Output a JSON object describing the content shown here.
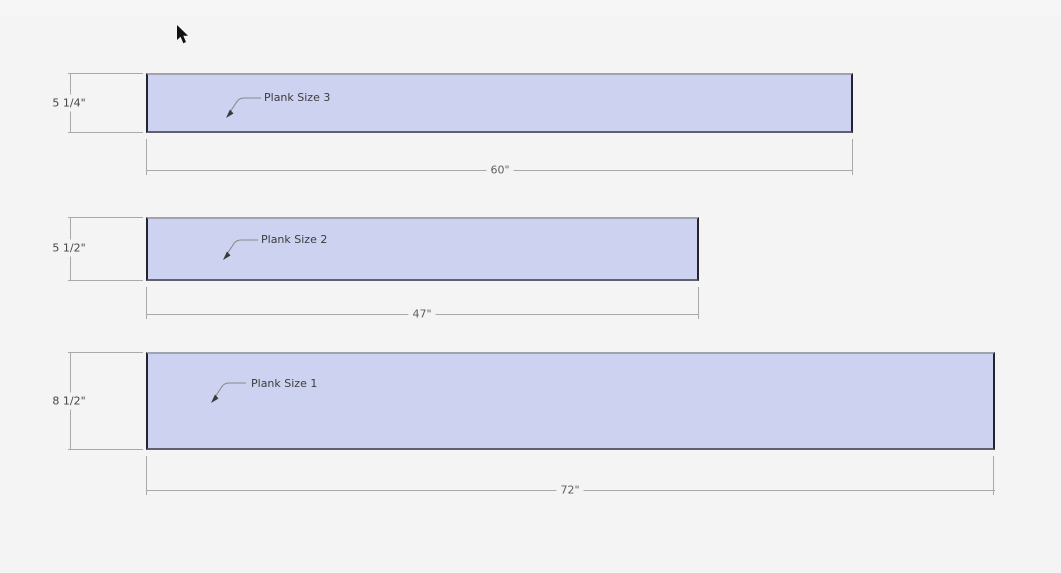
{
  "canvas": {
    "background_color": "#f4f4f4",
    "plank_fill_color": "#ccd2ef",
    "dimension_line_color": "#a9a9a9"
  },
  "planks": [
    {
      "name": "Plank Size 3",
      "height_label": "5 1/4\"",
      "width_label": "60\""
    },
    {
      "name": "Plank Size 2",
      "height_label": "5 1/2\"",
      "width_label": "47\""
    },
    {
      "name": "Plank Size 1",
      "height_label": "8 1/2\"",
      "width_label": "72\""
    }
  ],
  "cursor": {
    "icon": "arrow-pointer"
  }
}
